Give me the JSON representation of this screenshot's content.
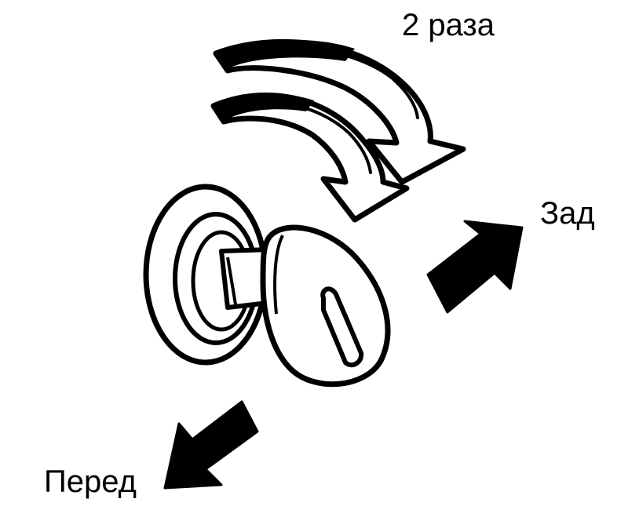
{
  "labels": {
    "turns": "2 раза",
    "rear": "Зад",
    "front": "Перед"
  },
  "icons": {
    "rotation": "curved-double-arrow-icon",
    "rear_direction": "arrow-up-right-icon",
    "front_direction": "arrow-down-left-icon",
    "key": "key-in-ignition-icon"
  },
  "colors": {
    "ink": "#000000",
    "paper": "#ffffff"
  }
}
